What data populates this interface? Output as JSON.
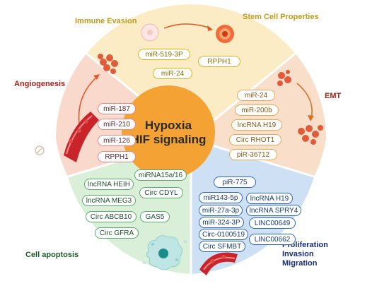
{
  "center": {
    "line1": "Hypoxia",
    "line2": "HIF signaling"
  },
  "sectors": {
    "immune_evasion": {
      "title": "Immune Evasion"
    },
    "stem_cell": {
      "title": "Stem Cell Properties"
    },
    "top_mirnas": [
      "miR-519-3P",
      "RPPH1",
      "miR-24"
    ],
    "angiogenesis": {
      "title": "Angiogenesis",
      "items": [
        "miR-187",
        "miR-210",
        "miR-126",
        "RPPH1"
      ]
    },
    "emt": {
      "title": "EMT",
      "items": [
        "miR-24",
        "miR-200b",
        "lncRNA H19",
        "Circ RHOT1",
        "piR-36712"
      ]
    },
    "apoptosis": {
      "title": "Cell apoptosis",
      "items": [
        "miRNA15a/16",
        "lncRNA HEIH",
        "Circ CDYL",
        "lncRNA MEG3",
        "Circ ABCB10",
        "GAS5",
        "Circ GFRA"
      ]
    },
    "proliferation": {
      "title_lines": [
        "Proliferation",
        "Invasion",
        "Migration"
      ],
      "items": [
        "piR-775",
        "miR143-5p",
        "lncRNA H19",
        "miR-27a-3p",
        "lncRNA SPRY4",
        "miR-324-3P",
        "LINC00649",
        "Circ-0100519",
        "LINC00662",
        "Circ SFMBT"
      ]
    }
  },
  "colors": {
    "top_sector": "#fbecc6",
    "angiogenesis_sector": "#f8d9cc",
    "emt_sector": "#f9dfca",
    "apoptosis_sector": "#d9efd8",
    "proliferation_sector": "#cde0f4",
    "center_circle": "#f4a234",
    "title_gold": "#c29a12",
    "title_red": "#a3201b",
    "title_green": "#1f5a2b",
    "title_navy": "#1a2d74"
  }
}
